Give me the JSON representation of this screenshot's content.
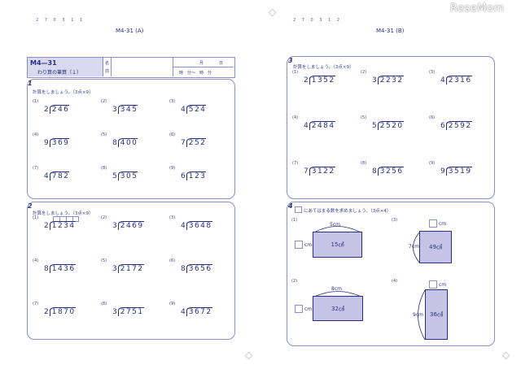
{
  "watermark": "ReseMom",
  "left_page": {
    "code": "2 7 0 3 1 1",
    "title": "M4-31 (A)",
    "header": {
      "unit_code": "M4—31",
      "unit_title": "わり算の筆算（１）",
      "name_label_1": "名",
      "name_label_2": "前",
      "month": "月",
      "day": "日",
      "time": "時　分〜　時　分"
    },
    "section1": {
      "num": "1",
      "instruction": "計算をしましょう。（3点×9）",
      "problems": [
        {
          "n": "(1)",
          "divisor": "2",
          "dividend": "246"
        },
        {
          "n": "(4)",
          "divisor": "9",
          "dividend": "369"
        },
        {
          "n": "(7)",
          "divisor": "4",
          "dividend": "782"
        },
        {
          "n": "(2)",
          "divisor": "3",
          "dividend": "345"
        },
        {
          "n": "(5)",
          "divisor": "8",
          "dividend": "400"
        },
        {
          "n": "(8)",
          "divisor": "5",
          "dividend": "305"
        },
        {
          "n": "(3)",
          "divisor": "4",
          "dividend": "524"
        },
        {
          "n": "(6)",
          "divisor": "7",
          "dividend": "252"
        },
        {
          "n": "(9)",
          "divisor": "6",
          "dividend": "123"
        }
      ]
    },
    "section2": {
      "num": "2",
      "instruction": "計算をしましょう。（3点×9）",
      "problems": [
        {
          "n": "(1)",
          "divisor": "2",
          "dividend": "1234"
        },
        {
          "n": "(4)",
          "divisor": "8",
          "dividend": "1436"
        },
        {
          "n": "(7)",
          "divisor": "2",
          "dividend": "1870"
        },
        {
          "n": "(2)",
          "divisor": "3",
          "dividend": "2469"
        },
        {
          "n": "(5)",
          "divisor": "3",
          "dividend": "2172"
        },
        {
          "n": "(8)",
          "divisor": "3",
          "dividend": "2751"
        },
        {
          "n": "(3)",
          "divisor": "4",
          "dividend": "3648"
        },
        {
          "n": "(6)",
          "divisor": "8",
          "dividend": "3656"
        },
        {
          "n": "(9)",
          "divisor": "4",
          "dividend": "3672"
        }
      ]
    }
  },
  "right_page": {
    "code": "2 7 0 3 1 2",
    "title": "M4-31 (B)",
    "section3": {
      "num": "3",
      "instruction": "計算をしましょう。（3点×9）",
      "problems": [
        {
          "n": "(1)",
          "divisor": "2",
          "dividend": "1352"
        },
        {
          "n": "(4)",
          "divisor": "4",
          "dividend": "2484"
        },
        {
          "n": "(7)",
          "divisor": "7",
          "dividend": "3122"
        },
        {
          "n": "(2)",
          "divisor": "3",
          "dividend": "2232"
        },
        {
          "n": "(5)",
          "divisor": "5",
          "dividend": "2520"
        },
        {
          "n": "(8)",
          "divisor": "8",
          "dividend": "3256"
        },
        {
          "n": "(3)",
          "divisor": "4",
          "dividend": "2316"
        },
        {
          "n": "(6)",
          "divisor": "6",
          "dividend": "2592"
        },
        {
          "n": "(9)",
          "divisor": "9",
          "dividend": "3519"
        }
      ]
    },
    "section4": {
      "num": "4",
      "instruction": "にあてはまる数を求めましょう。（3点×4）",
      "items": [
        {
          "n": "(1)",
          "known": "5cm",
          "area": "15㎠",
          "unit": "cm"
        },
        {
          "n": "(3)",
          "known": "7cm",
          "area": "49㎠",
          "unit": "cm"
        },
        {
          "n": "(2)",
          "known": "8cm",
          "area": "32㎠",
          "unit": "cm"
        },
        {
          "n": "(4)",
          "known": "9cm",
          "area": "36㎠",
          "unit": "cm"
        }
      ]
    }
  }
}
